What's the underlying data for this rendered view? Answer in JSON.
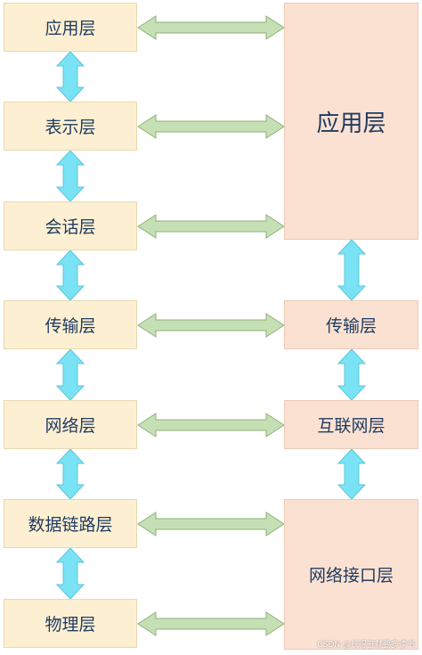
{
  "osi_layers": [
    "应用层",
    "表示层",
    "会话层",
    "传输层",
    "网络层",
    "数据链路层",
    "物理层"
  ],
  "tcpip_layers": [
    "应用层",
    "传输层",
    "互联网层",
    "网络接口层"
  ],
  "watermark": "CSDN @长得丑就要多读书",
  "colors": {
    "osi_fill": "#fdf0d2",
    "tcpip_fill": "#fbe1d2",
    "horizontal_arrow": "#c5e0b4",
    "vertical_arrow": "#79e3f5",
    "text": "#1f3a5f"
  }
}
